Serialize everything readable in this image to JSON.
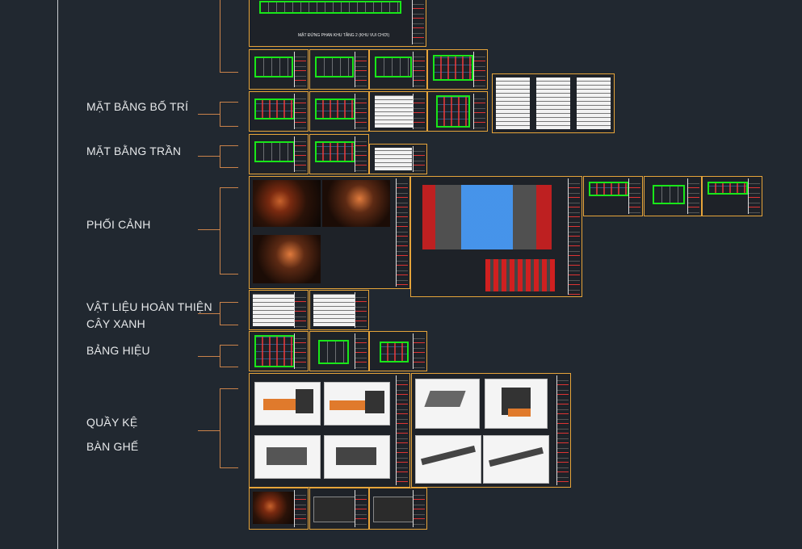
{
  "app": {
    "name": "AutoCAD model space",
    "background": "#212830"
  },
  "colors": {
    "sheet_border": "#e6a43a",
    "bracket": "#c9824a",
    "plan_line": "#19e619",
    "label": "#e6e8ea"
  },
  "labels": {
    "mat_bang_bo_tri": "MẶT BẰNG BỐ TRÍ",
    "mat_bang_tran": "MẶT BẰNG TRẦN",
    "phoi_canh": "PHỐI CẢNH",
    "vat_lieu_hoan_thien": "VẬT LIỆU HOÀN THIỆN",
    "cay_xanh": "CÂY XANH",
    "bang_hieu": "BẢNG HIỆU",
    "quay_ke": "QUẦY KỆ",
    "ban_ghe": "BÀN GHẾ"
  },
  "top_sheet_caption": "MẶT ĐỨNG PHAN KHU TẦNG 2 (KHU VUI CHƠI)"
}
